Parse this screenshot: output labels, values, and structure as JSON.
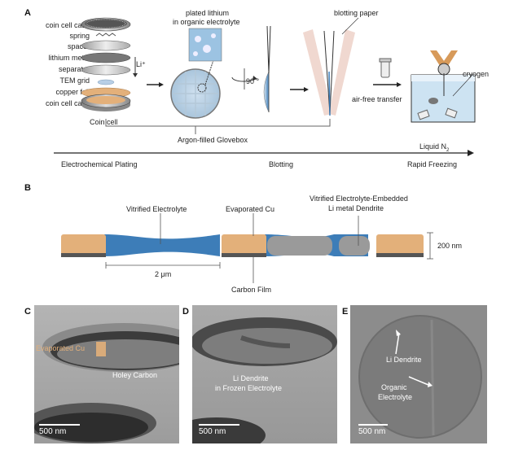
{
  "panels": {
    "a": "A",
    "b": "B",
    "c": "C",
    "d": "D",
    "e": "E"
  },
  "panel_a": {
    "stack_labels": [
      "coin cell case",
      "spring",
      "spacer",
      "lithium metal",
      "separator",
      "TEM grid",
      "copper foil",
      "coin cell case"
    ],
    "li_ion": "Li⁺",
    "coin_cell": "Coin cell",
    "plated_title_1": "plated lithium",
    "plated_title_2": "in organic electrolyte",
    "rotation": "90 °",
    "blotting_paper": "blotting paper",
    "air_free": "air-free transfer",
    "cryogen": "cryogen",
    "glovebox": "Argon-filled Glovebox",
    "liquid_n2": "Liquid N",
    "liquid_n2_sub": "2",
    "steps": [
      "Electrochemical Plating",
      "Blotting",
      "Rapid Freezing"
    ]
  },
  "panel_b": {
    "vitrified": "Vitrified Electrolyte",
    "cu": "Evaporated Cu",
    "embedded_1": "Vitrified Electrolyte-Embedded",
    "embedded_2": "Li metal Dendrite",
    "thickness": "200 nm",
    "length": "2 μm",
    "carbon": "Carbon Film"
  },
  "panel_c": {
    "cu": "Evaporated Cu",
    "carbon": "Holey Carbon",
    "scale": "500 nm"
  },
  "panel_d": {
    "dendrite_1": "Li Dendrite",
    "dendrite_2": "in Frozen Electrolyte",
    "scale": "500 nm"
  },
  "panel_e": {
    "dendrite": "Li Dendrite",
    "organic_1": "Organic",
    "organic_2": "Electrolyte",
    "scale": "500 nm"
  },
  "colors": {
    "copper": "#e3b07a",
    "electrolyte": "#3d7db8",
    "carbon": "#555555",
    "dendrite": "#9a9a9a"
  }
}
